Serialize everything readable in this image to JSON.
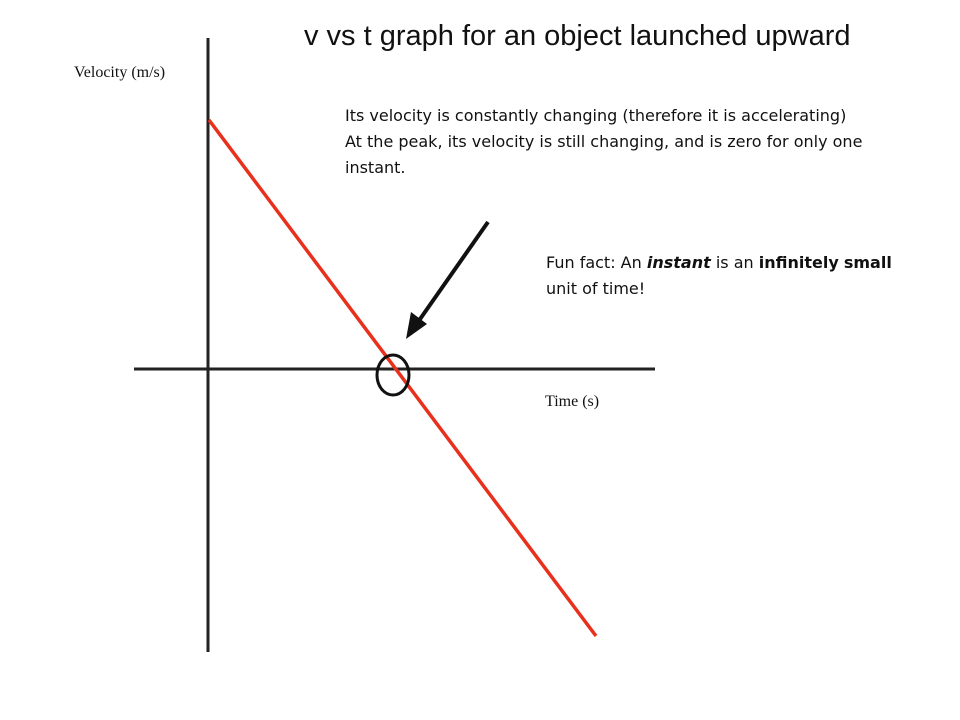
{
  "title": "v vs t graph for an object launched upward",
  "axes": {
    "y_label": "Velocity (m/s)",
    "x_label": "Time (s)"
  },
  "notes": {
    "line1": "Its velocity is constantly changing (therefore it is accelerating)",
    "line2": "At the peak, its velocity is still changing, and is zero for only one instant."
  },
  "fun_fact": {
    "prefix": "Fun fact: An ",
    "instant": "instant",
    "middle": " is an ",
    "infinitely": "infinitely",
    "space": " ",
    "small": "small",
    "suffix": " unit of time!"
  },
  "colors": {
    "line": "#e8301c",
    "axis": "#222222",
    "arrow": "#111111"
  }
}
